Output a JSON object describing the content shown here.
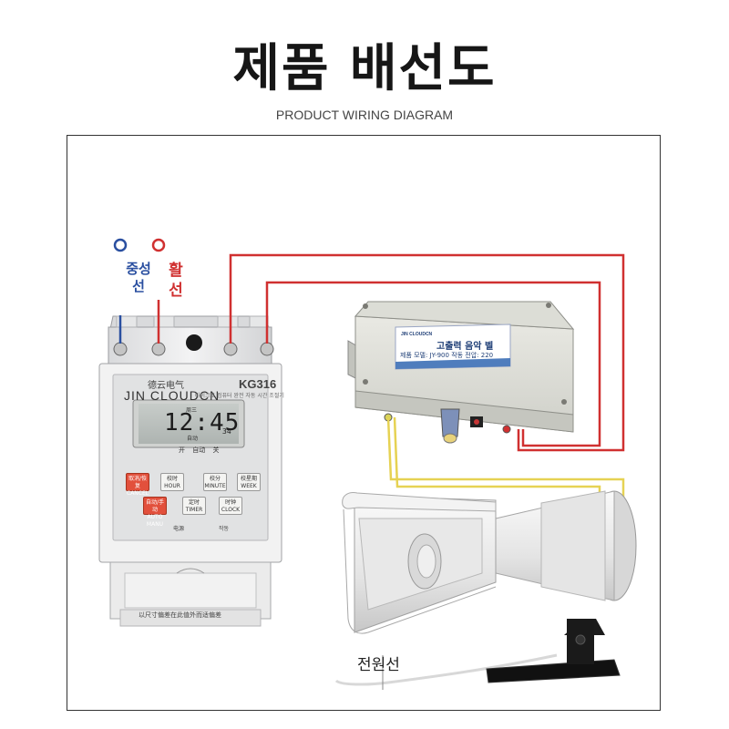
{
  "title": "제품 배선도",
  "subtitle": "PRODUCT WIRING DIAGRAM",
  "labels": {
    "neutral_wire": "중성선",
    "live_wire": "활선",
    "power_cord": "전원선"
  },
  "timer": {
    "brand_cn": "德云电气",
    "brand_en": "JIN CLOUDCN",
    "model": "KG316",
    "subtitle": "마이크로 컴퓨터 완전 자동 시간 조절기",
    "display_time": "12:45",
    "display_seconds": "34",
    "display_day": "周三",
    "display_auto": "自动",
    "display_modes": "开 自动 关",
    "keys": {
      "cancel_recover": "取消/恢复 CANCEL",
      "hour": "校时 HOUR",
      "minute": "校分 MINUTE",
      "week": "校星期 WEEK",
      "auto_manual": "自动/手动 AUTO MANU",
      "timer": "定时 TIMER",
      "clock": "时钟 CLOCK"
    },
    "power_label": "电源",
    "run_label": "작동",
    "bottom_text": "以尺寸偏差在此值外而适偏差"
  },
  "bell": {
    "brand": "JIN CLOUDCN",
    "name": "고출력 음악 벨",
    "spec": "제품 모델: JY-900 작동 전압: 220"
  },
  "colors": {
    "neutral": "#2a4fa0",
    "live": "#d03030",
    "signal": "#e6d253",
    "frame": "#333333"
  }
}
